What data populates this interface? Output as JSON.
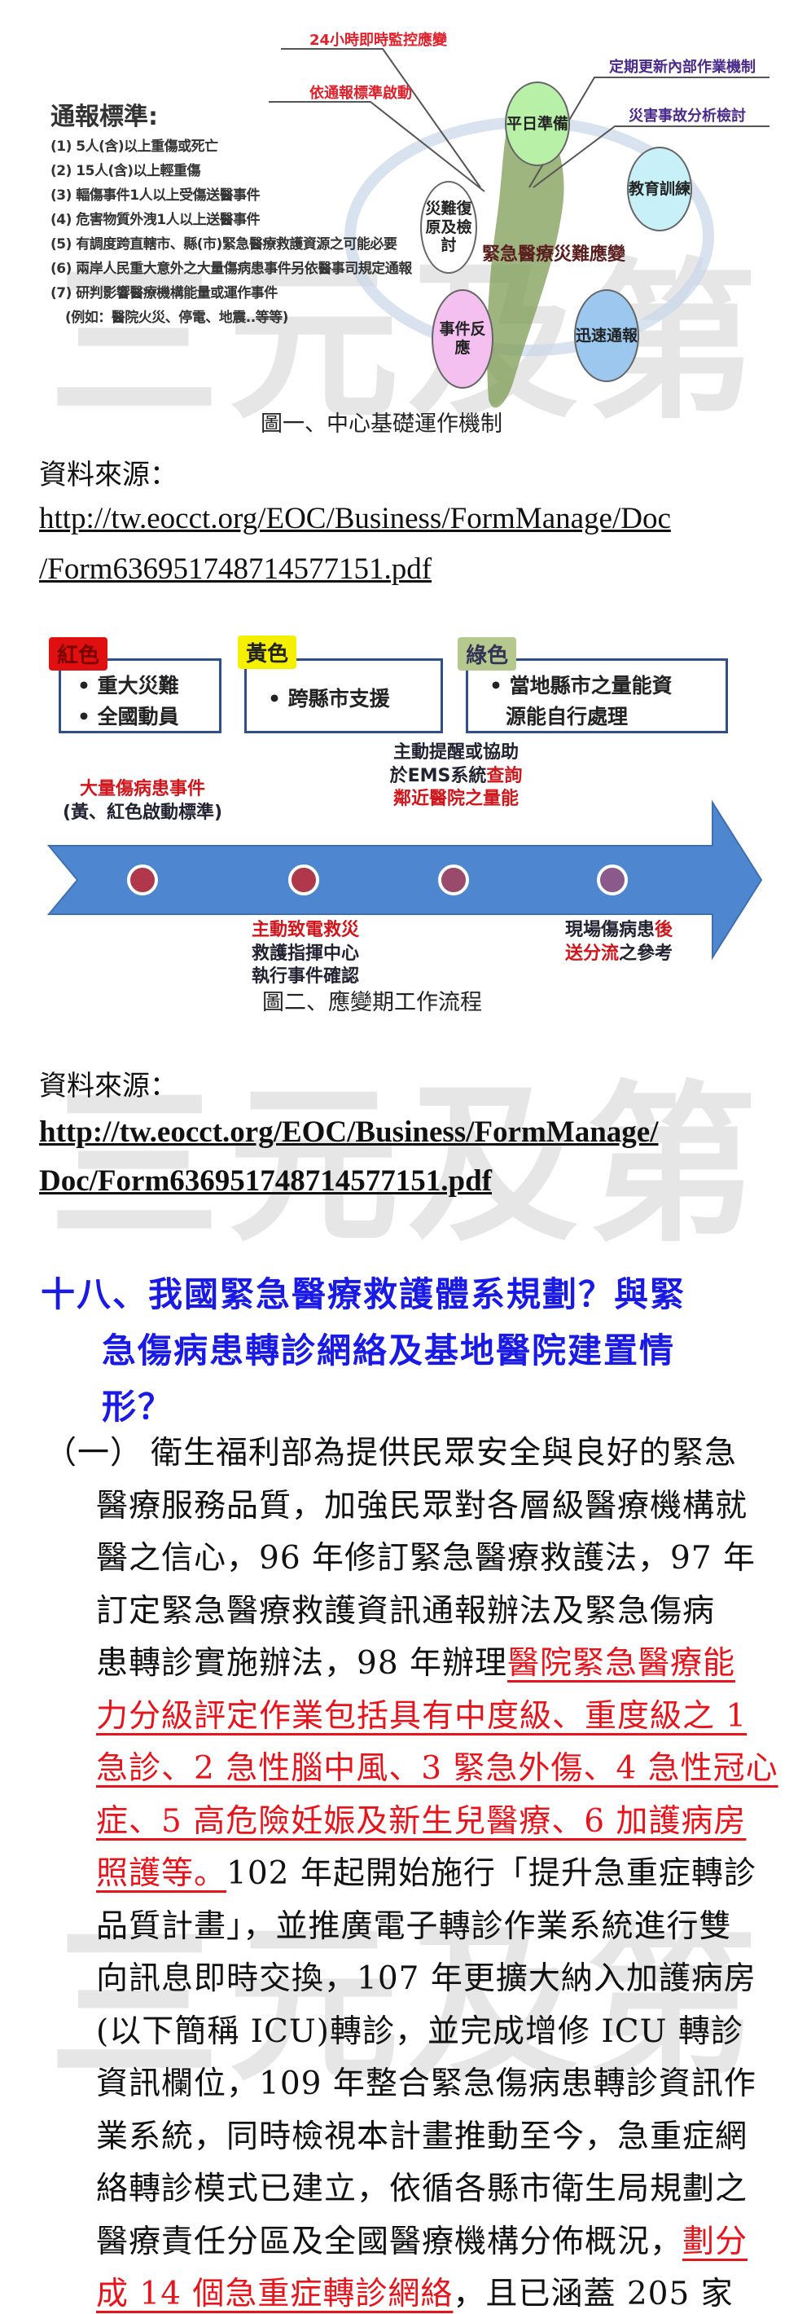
{
  "watermark": "三元及第",
  "figure1": {
    "criteria_title": "通報標準:",
    "criteria": [
      "(1) 5人(含)以上重傷或死亡",
      "(2) 15人(含)以上輕重傷",
      "(3) 輻傷事件1人以上受傷送醫事件",
      "(4) 危害物質外洩1人以上送醫事件",
      "(5) 有調度跨直轄市、縣(市)緊急醫療救護資源之可能必要",
      "(6) 兩岸人民重大意外之大量傷病患事件另依醫事司規定通報",
      "(7) 研判影響醫療機構能量或運作事件",
      "(例如：醫院火災、停電、地震..等等)"
    ],
    "labels": {
      "monitor": "24小時即時監控應變",
      "activate": "依通報標準啟動",
      "update": "定期更新內部作業機制",
      "analysis": "災害事故分析檢討"
    },
    "circles": {
      "daily": "平日準備",
      "training": "教育訓練",
      "recovery": "災難復原及檢討",
      "notify": "迅速通報",
      "response": "事件反應"
    },
    "center": "緊急醫療災難應變",
    "caption": "圖一、中心基礎運作機制"
  },
  "source1": {
    "label": "資料來源：",
    "url_line1": "http://tw.eocct.org/EOC/Business/FormManage/Doc",
    "url_line2": "/Form636951748714577151.pdf"
  },
  "figure2": {
    "levels": [
      {
        "tag": "紅色",
        "items": [
          "• 重大災難",
          "• 全國動員"
        ],
        "color": "#e01010"
      },
      {
        "tag": "黃色",
        "items": [
          "• 跨縣市支援"
        ],
        "color": "#f5f000"
      },
      {
        "tag": "綠色",
        "items": [
          "• 當地縣市之量能資",
          "源能自行處理"
        ],
        "color": "#b5c98e"
      }
    ],
    "steps": {
      "s1_line1": "大量傷病患事件",
      "s1_line2": "(黃、紅色啟動標準)",
      "s2_line1": "主動致電救災",
      "s2_line2": "救護指揮中心",
      "s2_line3": "執行事件確認",
      "s3_line1": "主動提醒或協助",
      "s3_line2a": "於EMS系統",
      "s3_line2b": "查詢",
      "s3_line3": "鄰近醫院之量能",
      "s4_line1a": "現場傷病患",
      "s4_line1b": "後",
      "s4_line2a": "送分流",
      "s4_line2b": "之參考"
    },
    "caption": "圖二、應變期工作流程"
  },
  "source2": {
    "label": "資料來源：",
    "url_line1": "http://tw.eocct.org/EOC/Business/FormManage/",
    "url_line2": "Doc/Form636951748714577151.pdf"
  },
  "section": {
    "heading_line1": "十八、我國緊急醫療救護體系規劃？與緊",
    "heading_line2": "急傷病患轉診網絡及基地醫院建置情",
    "heading_line3": "形？",
    "prefix": "（一）",
    "lines": [
      {
        "segments": [
          {
            "t": "衛生福利部為提供民眾安全與良好的緊急",
            "hl": false
          }
        ]
      },
      {
        "segments": [
          {
            "t": "醫療服務品質，加強民眾對各層級醫療機構就",
            "hl": false
          }
        ]
      },
      {
        "segments": [
          {
            "t": "醫之信心，96 年修訂緊急醫療救護法，97 年",
            "hl": false
          }
        ]
      },
      {
        "segments": [
          {
            "t": "訂定緊急醫療救護資訊通報辦法及緊急傷病",
            "hl": false
          }
        ]
      },
      {
        "segments": [
          {
            "t": "患轉診實施辦法，98 年辦理",
            "hl": false
          },
          {
            "t": "醫院緊急醫療能",
            "hl": true
          }
        ]
      },
      {
        "segments": [
          {
            "t": "力分級評定作業包括具有中度級、重度級之 1",
            "hl": true
          }
        ]
      },
      {
        "segments": [
          {
            "t": "急診、2 急性腦中風、3 緊急外傷、4 急性冠心",
            "hl": true
          }
        ]
      },
      {
        "segments": [
          {
            "t": "症、5 高危險妊娠及新生兒醫療、6 加護病房",
            "hl": true
          }
        ]
      },
      {
        "segments": [
          {
            "t": "照護等。",
            "hl": true
          },
          {
            "t": "102 年起開始施行「提升急重症轉診",
            "hl": false
          }
        ]
      },
      {
        "segments": [
          {
            "t": "品質計畫」，並推廣電子轉診作業系統進行雙",
            "hl": false
          }
        ]
      },
      {
        "segments": [
          {
            "t": "向訊息即時交換，107 年更擴大納入加護病房",
            "hl": false
          }
        ]
      },
      {
        "segments": [
          {
            "t": "(以下簡稱 ICU)轉診，並完成增修 ICU 轉診",
            "hl": false
          }
        ]
      },
      {
        "segments": [
          {
            "t": "資訊欄位，109 年整合緊急傷病患轉診資訊作",
            "hl": false
          }
        ]
      },
      {
        "segments": [
          {
            "t": "業系統，同時檢視本計畫推動至今，急重症網",
            "hl": false
          }
        ]
      },
      {
        "segments": [
          {
            "t": "絡轉診模式已建立，依循各縣市衛生局規劃之",
            "hl": false
          }
        ]
      },
      {
        "segments": [
          {
            "t": "醫療責任分區及全國醫療機構分佈概況，",
            "hl": false
          },
          {
            "t": "劃分",
            "hl": true
          }
        ]
      },
      {
        "segments": [
          {
            "t": "成 14 個急重症轉診網絡",
            "hl": true
          },
          {
            "t": "，且已涵蓋 205 家",
            "hl": false
          }
        ]
      }
    ]
  }
}
